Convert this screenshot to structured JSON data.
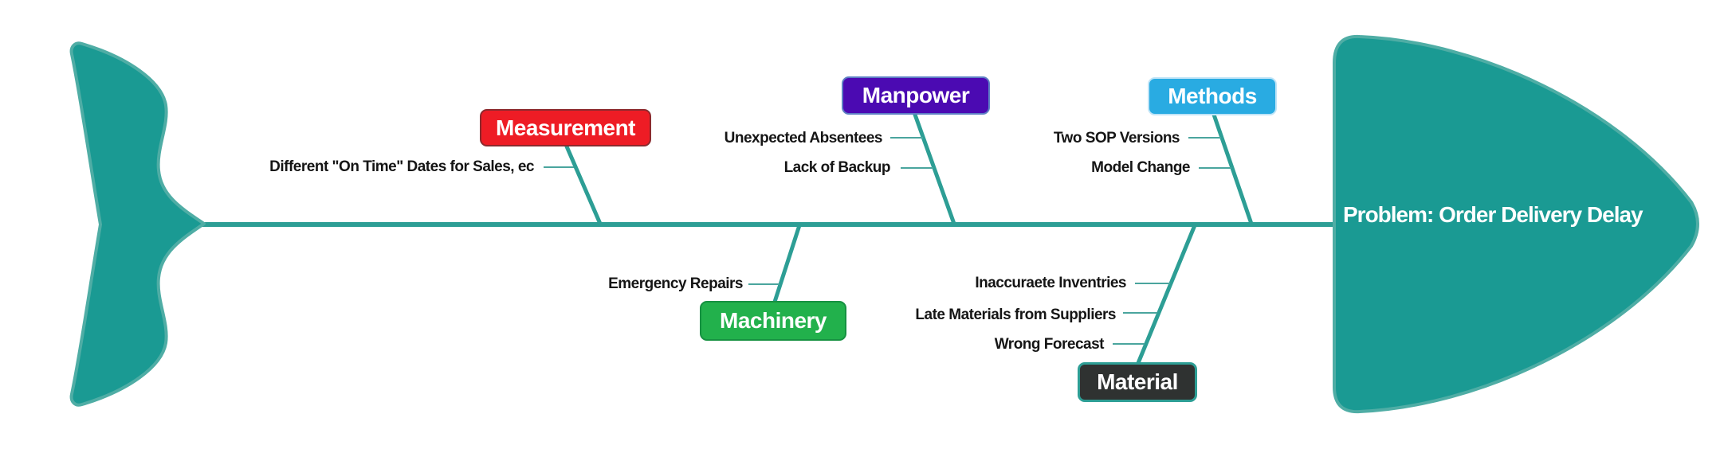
{
  "diagram": {
    "type": "fishbone-cause-effect",
    "problem_label": "Problem: Order Delivery Delay",
    "categories": [
      {
        "name": "Measurement",
        "side": "top",
        "color": "#ee1c25",
        "causes": [
          "Different \"On Time\" Dates for Sales, ec"
        ]
      },
      {
        "name": "Manpower",
        "side": "top",
        "color": "#4b0ab2",
        "causes": [
          "Unexpected Absentees",
          "Lack of Backup"
        ]
      },
      {
        "name": "Methods",
        "side": "top",
        "color": "#29abe2",
        "causes": [
          "Two SOP Versions",
          "Model Change"
        ]
      },
      {
        "name": "Machinery",
        "side": "bottom",
        "color": "#22b14c",
        "causes": [
          "Emergency Repairs"
        ]
      },
      {
        "name": "Material",
        "side": "bottom",
        "color": "#2f3231",
        "causes": [
          "Inaccuraete Inventries",
          "Late Materials from Suppliers",
          "Wrong Forecast"
        ]
      }
    ],
    "colors": {
      "fish_body": "#1a9a93",
      "fish_outline": "#4fada5",
      "spine": "#2d9e95",
      "connector": "#4aa59e",
      "cause_text": "#151515",
      "background": "#ffffff"
    }
  }
}
